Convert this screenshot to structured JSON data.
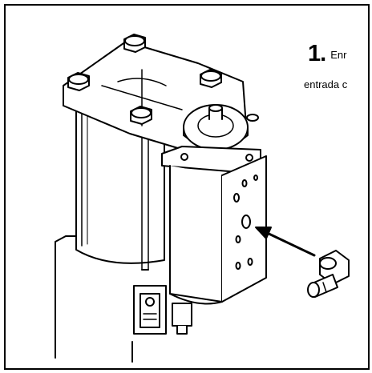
{
  "step": {
    "number": "1.",
    "line1": "Enr",
    "line2": "entrada c"
  },
  "colors": {
    "ink": "#000000",
    "paper": "#ffffff"
  }
}
